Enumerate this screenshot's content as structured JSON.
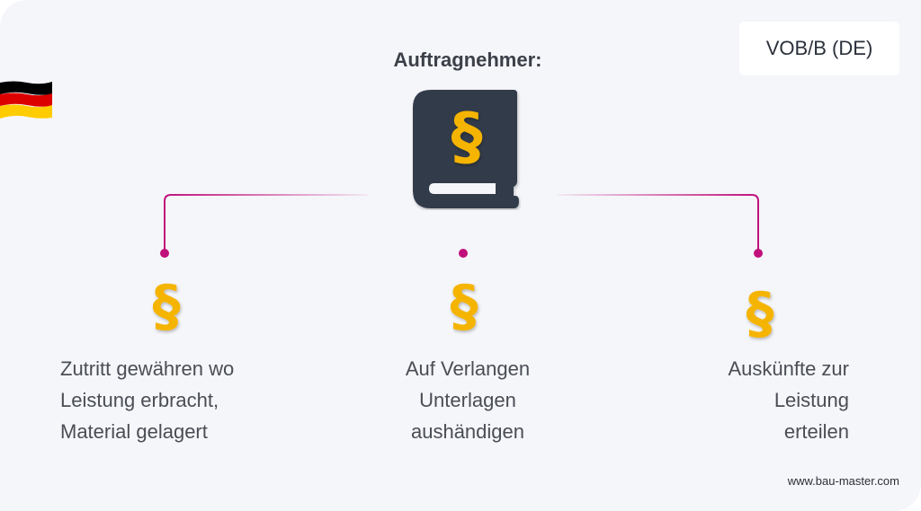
{
  "badge": {
    "label": "VOB/B (DE)"
  },
  "flag": {
    "country": "DE",
    "colors": [
      "#000000",
      "#dd0000",
      "#ffcc00"
    ]
  },
  "header": {
    "title": "Auftragnehmer:"
  },
  "central_icon": {
    "name": "law-book-icon",
    "symbol": "§",
    "book_color": "#323b4a",
    "symbol_color": "#f5b400"
  },
  "colors": {
    "connector": "#c0107a",
    "section_symbol": "#f5b400",
    "background": "#f5f6fa"
  },
  "items": [
    {
      "symbol": "§",
      "lines": [
        "Zutritt gewähren wo",
        "Leistung erbracht,",
        "Material gelagert"
      ]
    },
    {
      "symbol": "§",
      "lines": [
        "Auf Verlangen",
        "Unterlagen",
        "aushändigen"
      ]
    },
    {
      "symbol": "§",
      "lines": [
        "Auskünfte zur",
        "Leistung",
        "erteilen"
      ]
    }
  ],
  "footer": {
    "url": "www.bau-master.com"
  }
}
